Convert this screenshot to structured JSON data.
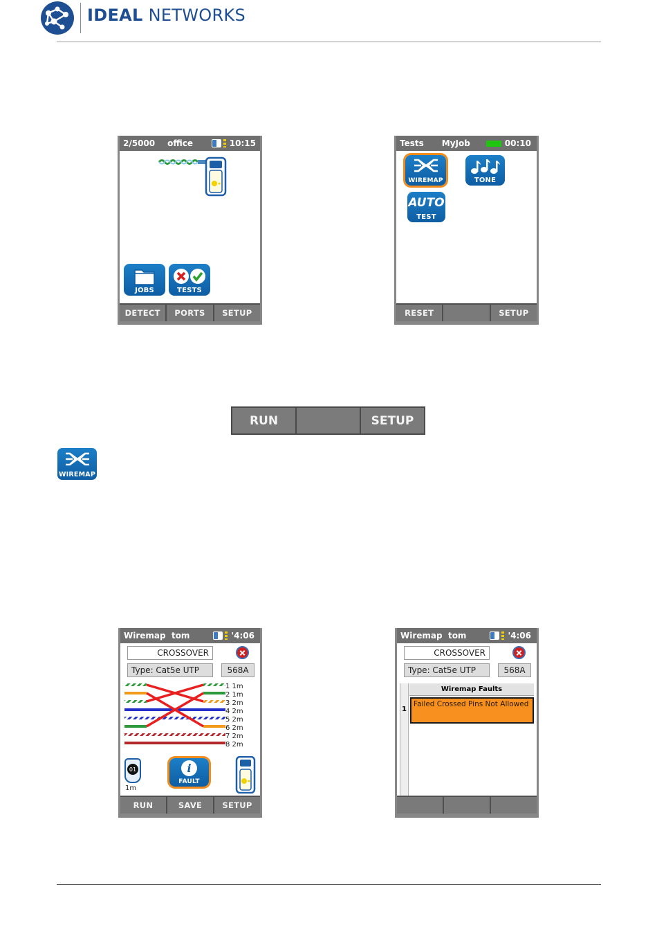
{
  "header": {
    "brand_bold": "IDEAL",
    "brand_light": "NETWORKS"
  },
  "screen1": {
    "status_left": "2/5000",
    "status_mid": "office",
    "status_time": "10:15",
    "icons": {
      "jobs": "JOBS",
      "tests": "TESTS"
    },
    "footer": [
      "DETECT",
      "PORTS",
      "SETUP"
    ]
  },
  "screen2": {
    "status_left": "Tests",
    "status_mid": "MyJob",
    "status_time": "00:10",
    "icons": {
      "wiremap": "WIREMAP",
      "tone": "TONE",
      "auto": "AUTO",
      "auto_sub": "TEST"
    },
    "footer": [
      "RESET",
      "",
      "SETUP"
    ]
  },
  "button_bar": [
    "RUN",
    "",
    "SETUP"
  ],
  "wiremap_icon_label": "WIREMAP",
  "screen3": {
    "status_title": "Wiremap  tom",
    "status_time": "'4:06",
    "result": "CROSSOVER",
    "type": "Type: Cat5e UTP",
    "standard": "568A",
    "pins": [
      "1 1m",
      "2 1m",
      "3 2m",
      "4 2m",
      "5 2m",
      "6 2m",
      "7 2m",
      "8 2m"
    ],
    "remote_id": "01",
    "remote_length": "1m",
    "fault_label": "FAULT",
    "footer": [
      "RUN",
      "SAVE",
      "SETUP"
    ]
  },
  "screen4": {
    "status_title": "Wiremap  tom",
    "status_time": "'4:06",
    "result": "CROSSOVER",
    "type": "Type: Cat5e UTP",
    "standard": "568A",
    "table_header": "Wiremap Faults",
    "rows": [
      {
        "index": "1",
        "text": "Failed Crossed Pins Not Allowed"
      }
    ],
    "footer": [
      "",
      "",
      ""
    ]
  },
  "colors": {
    "brand": "#1f4f93",
    "icon_blue": "#1c7fc7",
    "selection": "#f28c1b",
    "fault_row": "#f7901e",
    "cross": "#e8201f"
  }
}
